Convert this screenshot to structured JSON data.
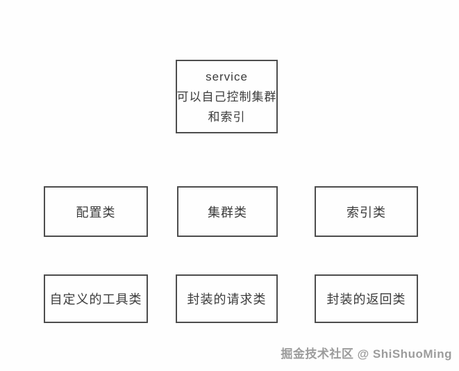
{
  "canvas": {
    "background": "#fefefe",
    "border_color": "#4d4d4d",
    "text_color": "#3b3b3b"
  },
  "diagram": {
    "top_box": {
      "lines": [
        "service",
        "可以自己控制集群",
        "和索引"
      ]
    },
    "middle_row": [
      {
        "label": "配置类"
      },
      {
        "label": "集群类"
      },
      {
        "label": "索引类"
      }
    ],
    "bottom_row": [
      {
        "label": "自定义的工具类"
      },
      {
        "label": "封装的请求类"
      },
      {
        "label": "封装的返回类"
      }
    ]
  },
  "watermark": {
    "text": "掘金技术社区 @ ShiShuoMing",
    "color": "#9c9c9c"
  }
}
